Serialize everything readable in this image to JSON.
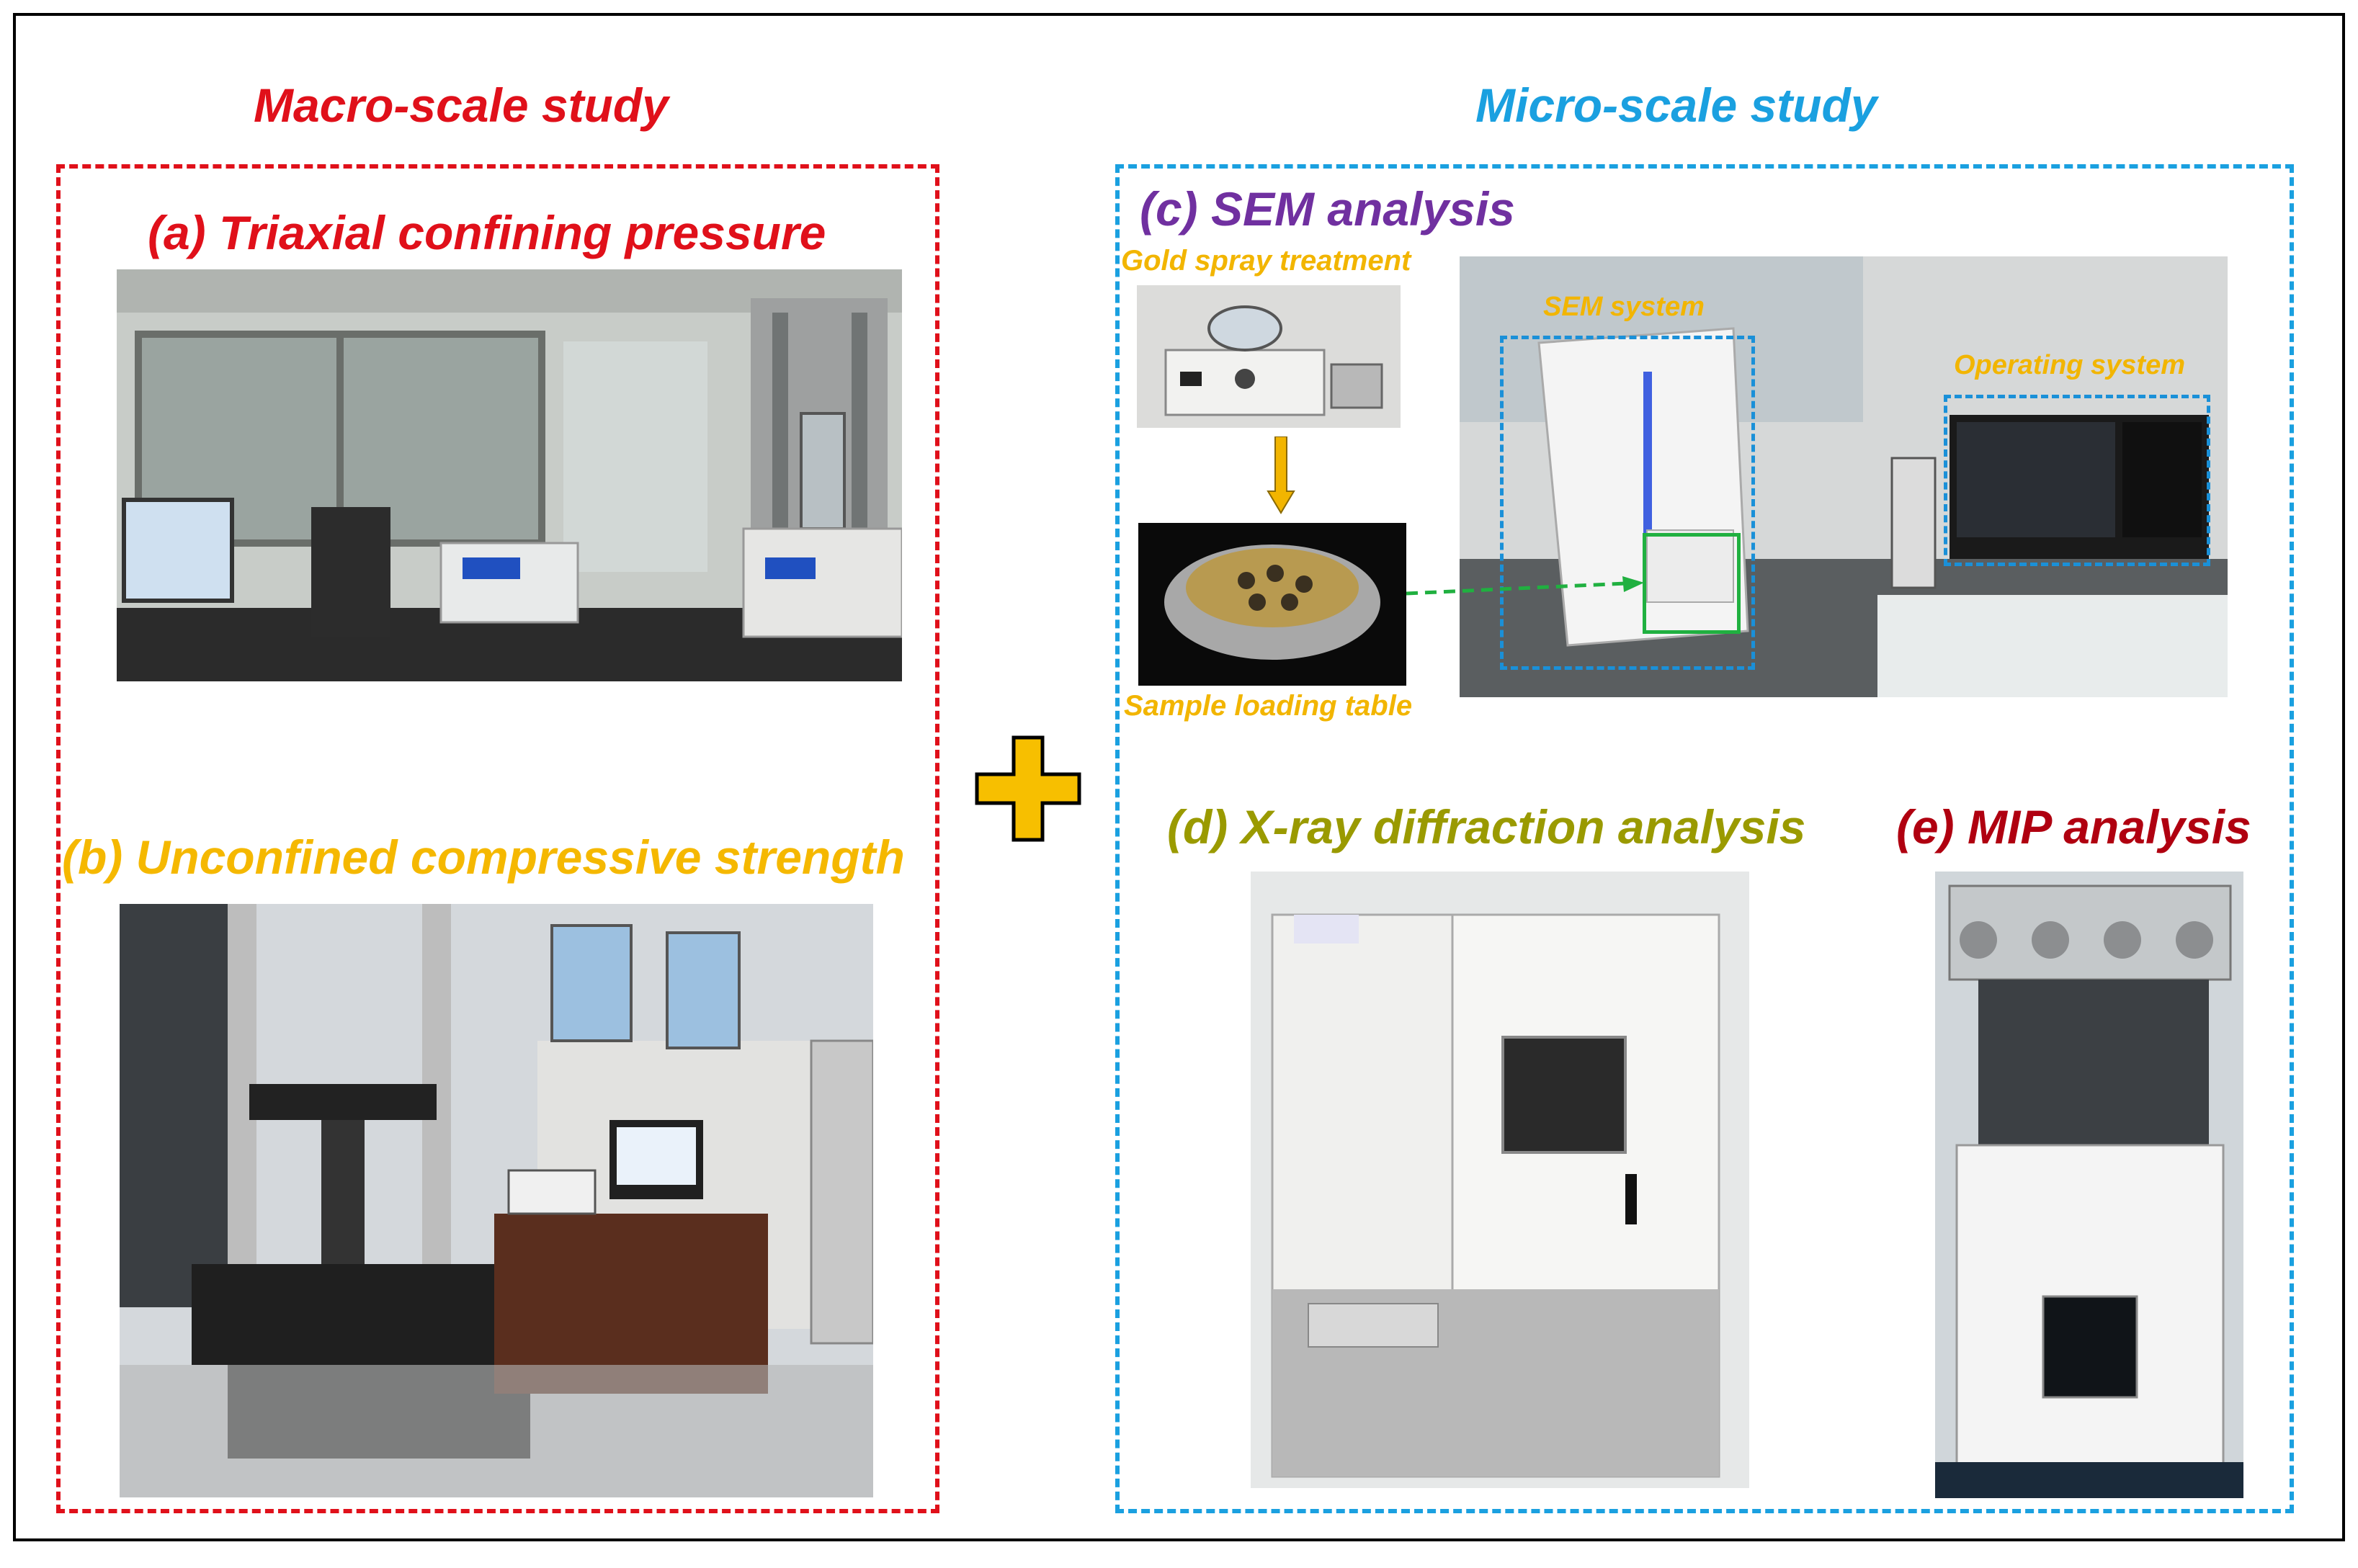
{
  "macro": {
    "heading": "Macro-scale study",
    "panel_a_title": "(a) Triaxial confining pressure",
    "panel_b_title": "(b) Unconfined compressive strength"
  },
  "micro": {
    "heading": "Micro-scale study",
    "panel_c_title": "(c) SEM analysis",
    "gold_spray_label": "Gold spray treatment",
    "sample_table_label": "Sample loading table",
    "sem_system_label": "SEM system",
    "operating_system_label": "Operating system",
    "panel_d_title": "(d) X-ray diffraction analysis",
    "panel_e_title": "(e) MIP analysis"
  },
  "colors": {
    "macro": "#e0101a",
    "micro": "#1aa0e0",
    "panel_b": "#f5b800",
    "panel_c": "#7030a0",
    "panel_d": "#9a9a00",
    "panel_e": "#b00010",
    "annotation": "#f2b500",
    "plus": "#f7bf00"
  },
  "icons": {
    "plus": "plus-icon",
    "arrow_down": "arrow-down-icon",
    "arrow_right": "dashed-arrow-right-icon"
  }
}
